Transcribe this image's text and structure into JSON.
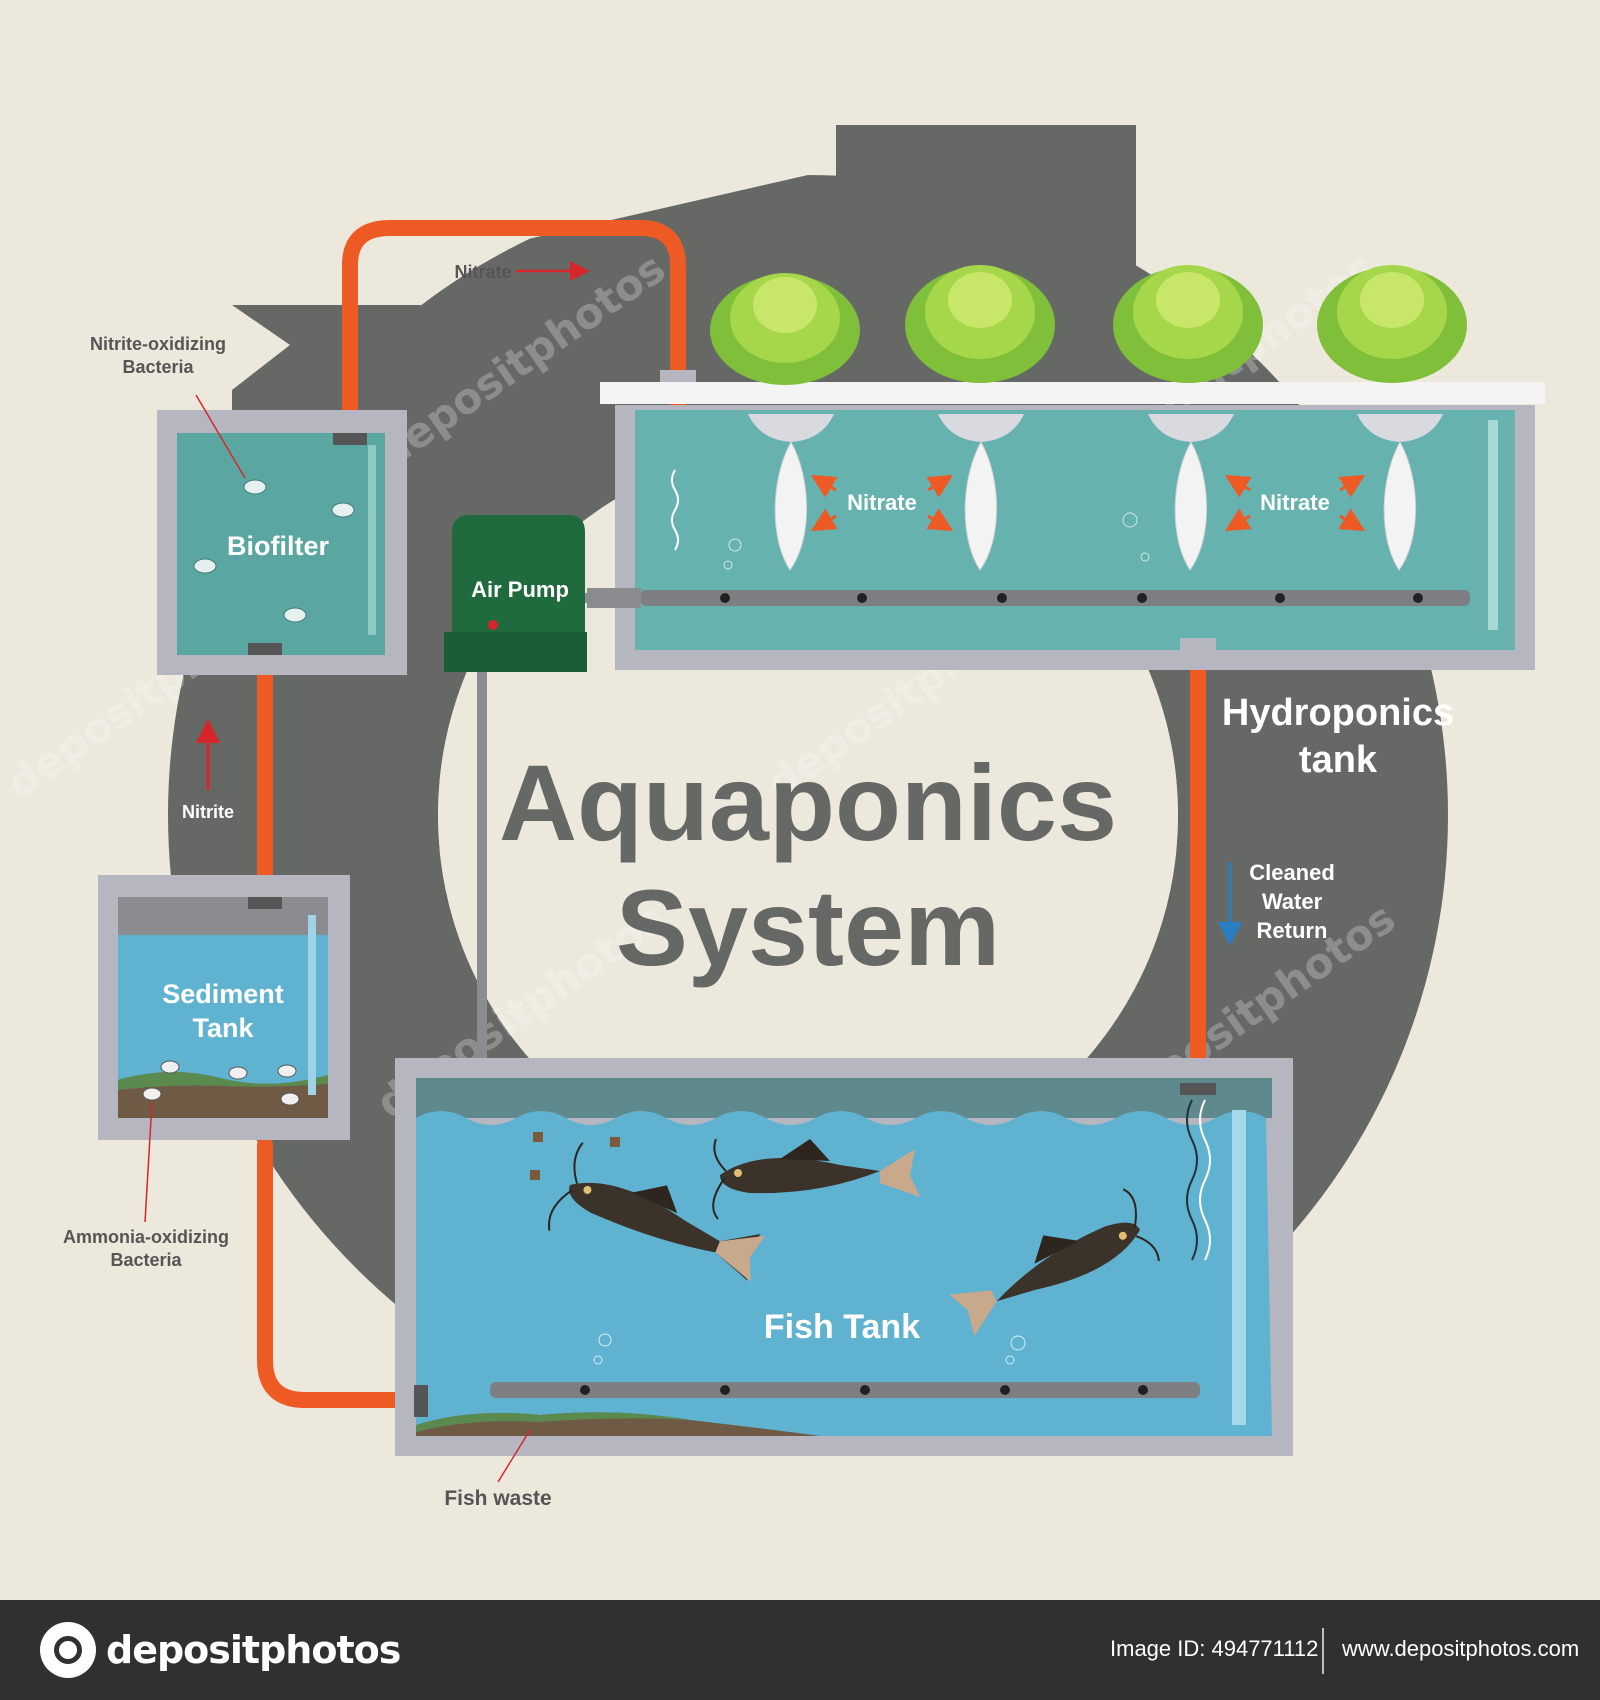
{
  "title": {
    "line1": "Aquaponics",
    "line2": "System"
  },
  "labels": {
    "biofilter": "Biofilter",
    "air_pump": "Air Pump",
    "sediment_line1": "Sediment",
    "sediment_line2": "Tank",
    "fish_tank": "Fish Tank",
    "hydroponics_line1": "Hydroponics",
    "hydroponics_line2": "tank",
    "nitrate_top": "Nitrate",
    "nitrate_left": "Nitrate",
    "nitrate_right": "Nitrate",
    "nitrite": "Nitrite",
    "cleaned_line1": "Cleaned",
    "cleaned_line2": "Water",
    "cleaned_line3": "Return",
    "nitrite_bact_line1": "Nitrite-oxidizing",
    "nitrite_bact_line2": "Bacteria",
    "ammonia_bact_line1": "Ammonia-oxidizing",
    "ammonia_bact_line2": "Bacteria",
    "fish_waste": "Fish waste"
  },
  "watermark": "depositphotos",
  "footer": {
    "brand": "depositphotos",
    "image_id": "Image ID: 494771112",
    "site": "www.depositphotos.com"
  },
  "colors": {
    "background": "#ece9dc",
    "ring": "#666865",
    "pipe": "#ee5a23",
    "fish_water": "#5fb3d1",
    "hydro_water": "#66b2ae",
    "biofilter_water": "#5aa6a1",
    "tank_frame": "#b5b6c0",
    "air_pump": "#1f6b3d",
    "lettuce": "#8cc63f",
    "arrow_red": "#d7262a",
    "arrow_blue": "#2a7fc4"
  }
}
